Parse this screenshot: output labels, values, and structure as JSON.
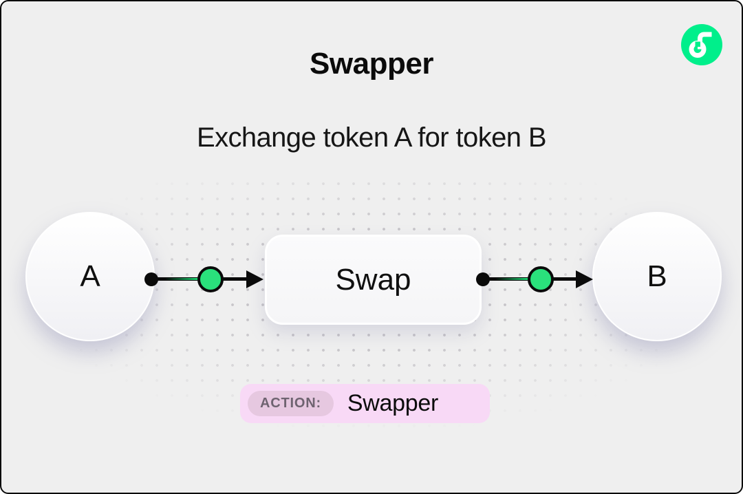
{
  "window": {
    "bg": "#efefef",
    "frame_border": "#0a0a0a"
  },
  "header": {
    "title": "Swapper",
    "subtitle": "Exchange token A for token B"
  },
  "logo": {
    "name": "flow-logo",
    "color": "#00ef8b",
    "glyph_color": "#ffffff"
  },
  "diagram": {
    "nodes": [
      {
        "id": "A",
        "label": "A",
        "type": "token-circle"
      },
      {
        "id": "swap",
        "label": "Swap",
        "type": "action-box"
      },
      {
        "id": "B",
        "label": "B",
        "type": "token-circle"
      }
    ],
    "edges": [
      {
        "from": "A",
        "to": "swap"
      },
      {
        "from": "swap",
        "to": "B"
      }
    ],
    "colors": {
      "edge": "#0a0a0a",
      "port_green": "#2ae17c",
      "edge_green": "#1fd973"
    }
  },
  "action_badge": {
    "label": "ACTION:",
    "value": "Swapper",
    "bg": "#f8d9f6",
    "pill_bg": "#e6c8e0",
    "label_color": "#6e6370"
  }
}
